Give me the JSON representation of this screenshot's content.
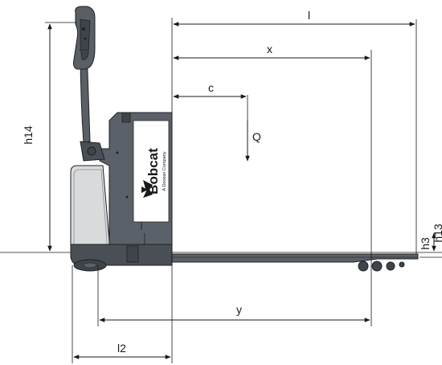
{
  "diagram": {
    "dimension_labels": {
      "l": "l",
      "x": "x",
      "c": "c",
      "q": "Q",
      "h14": "h14",
      "h3": "h3",
      "y": "y",
      "l2": "l2",
      "cut_off": "h13"
    },
    "brand": {
      "name": "Bobcat",
      "tagline": "A Doosan Company"
    },
    "colors": {
      "body": "#5b6168",
      "body_dark": "#3f444a",
      "outline": "#1e2226",
      "tiller": "#5a5f66",
      "guard": "#d8dadc",
      "decal": "#ffffff",
      "line": "#1a1a1a"
    }
  }
}
